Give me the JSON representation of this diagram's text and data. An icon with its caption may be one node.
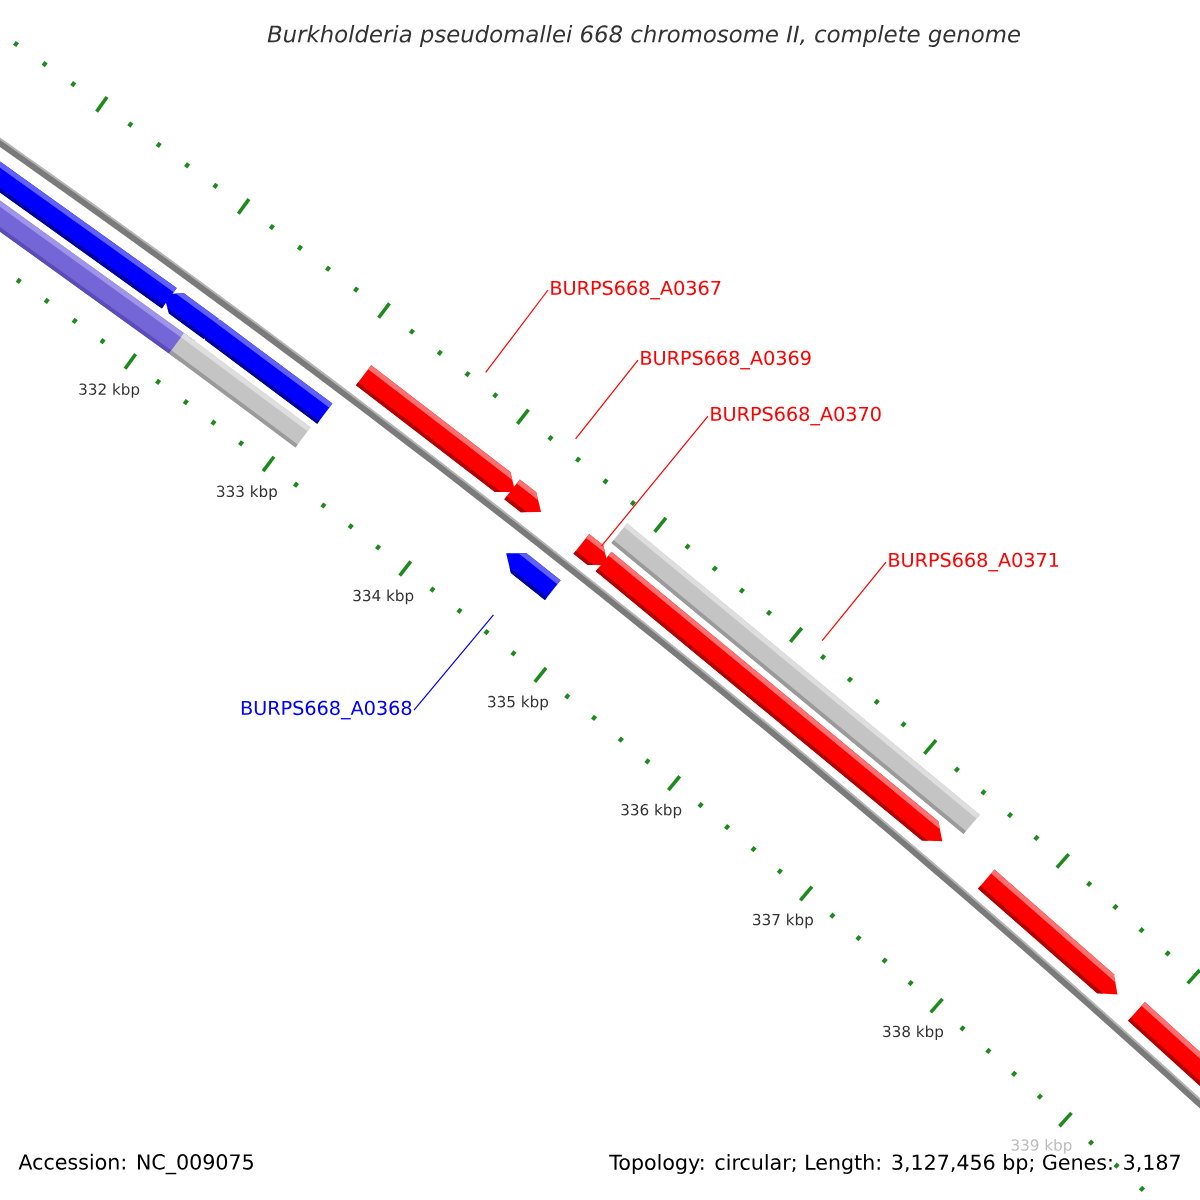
{
  "diagram": {
    "title": "Burkholderia pseudomallei 668 chromosome II, complete genome",
    "nodes": [
      {
        "text": [
          "BURPS668_A0367"
        ]
      },
      {
        "text": [
          "BURPS668_A0369"
        ]
      },
      {
        "text": [
          "BURPS668_A0370"
        ]
      },
      {
        "text": [
          "BURPS668_A0371"
        ]
      },
      {
        "text": [
          "BURPS668_A0368"
        ]
      },
      {
        "text": [],
        "shape": "bar"
      },
      {
        "text": [],
        "shape": "bar"
      },
      {
        "text": [],
        "shape": "arrow"
      },
      {
        "text": [],
        "shape": "bar"
      },
      {
        "text": [],
        "shape": "arrow"
      },
      {
        "text": [],
        "shape": "arrow"
      },
      {
        "text": [],
        "shape": "arrow"
      },
      {
        "text": [],
        "shape": "arrow"
      },
      {
        "text": [],
        "shape": "arrow"
      },
      {
        "text": [],
        "shape": "arrow"
      },
      {
        "text": [],
        "shape": "bar"
      },
      {
        "text": [],
        "shape": "arrow"
      },
      {
        "text": [],
        "shape": "bar"
      }
    ],
    "edges": [
      {
        "from": 0,
        "to": 10,
        "arrow": "none"
      },
      {
        "from": 1,
        "to": 12,
        "arrow": "none"
      },
      {
        "from": 2,
        "to": 13,
        "arrow": "none"
      },
      {
        "from": 3,
        "to": 14,
        "arrow": "none"
      },
      {
        "from": 4,
        "to": 11,
        "arrow": "none",
        "color": "#0000ff"
      }
    ],
    "labels": [
      "332 kbp",
      "333 kbp",
      "334 kbp",
      "335 kbp",
      "336 kbp",
      "337 kbp",
      "338 kbp",
      "339 kbp",
      "Accession: NC_009075",
      "Topology: circular; Length: 3,127,456 bp; Genes: 3,187"
    ]
  }
}
